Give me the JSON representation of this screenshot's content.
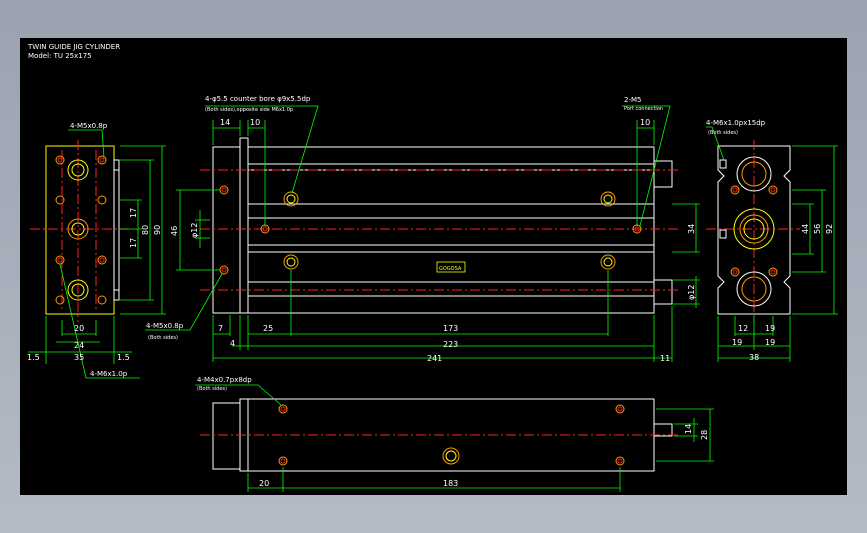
{
  "title_block": {
    "title": "TWIN GUIDE JIG CYLINDER",
    "model": "Model: TU 25x175"
  },
  "callouts": {
    "front_tap": "4-M5x0.8p",
    "front_tap_bottom": "4-M6x1.0p",
    "counter_bore": "4-φ5.5 counter bore φ9x5.5dp",
    "counter_bore_sub": "(Both sides),opposite side M6x1.0p",
    "port": "2-M5",
    "port_sub": "Port connection",
    "side_tap": "4-M5x0.8p",
    "side_tap_sub": "(Both sides)",
    "right_tap": "4-M6x1.0px15dp",
    "right_tap_sub": "(Both sides)",
    "bottom_tap": "4-M4x0.7px8dp",
    "bottom_tap_sub": "(Both sides)"
  },
  "dims": {
    "left": {
      "w20": "20",
      "w24": "24",
      "w35": "35",
      "e15a": "1.5",
      "e15b": "1.5",
      "h17a": "17",
      "h17b": "17",
      "h80": "80",
      "h90": "90"
    },
    "front": {
      "d14": "14",
      "d10a": "10",
      "d10b": "10",
      "d46": "46",
      "d12a": "φ12",
      "d34": "34",
      "d12b": "φ12",
      "d7": "7",
      "d4": "4",
      "d25": "25",
      "d173": "173",
      "d223": "223",
      "d241": "241",
      "d11": "11"
    },
    "right": {
      "d44": "44",
      "d56": "56",
      "d92": "92",
      "d12": "12",
      "d19a": "19",
      "d19b": "19",
      "d19c": "19",
      "d38": "38"
    },
    "bottom": {
      "d14": "14",
      "d28": "28",
      "d20": "20",
      "d183": "183"
    }
  },
  "logo_text": "GOGOSA"
}
